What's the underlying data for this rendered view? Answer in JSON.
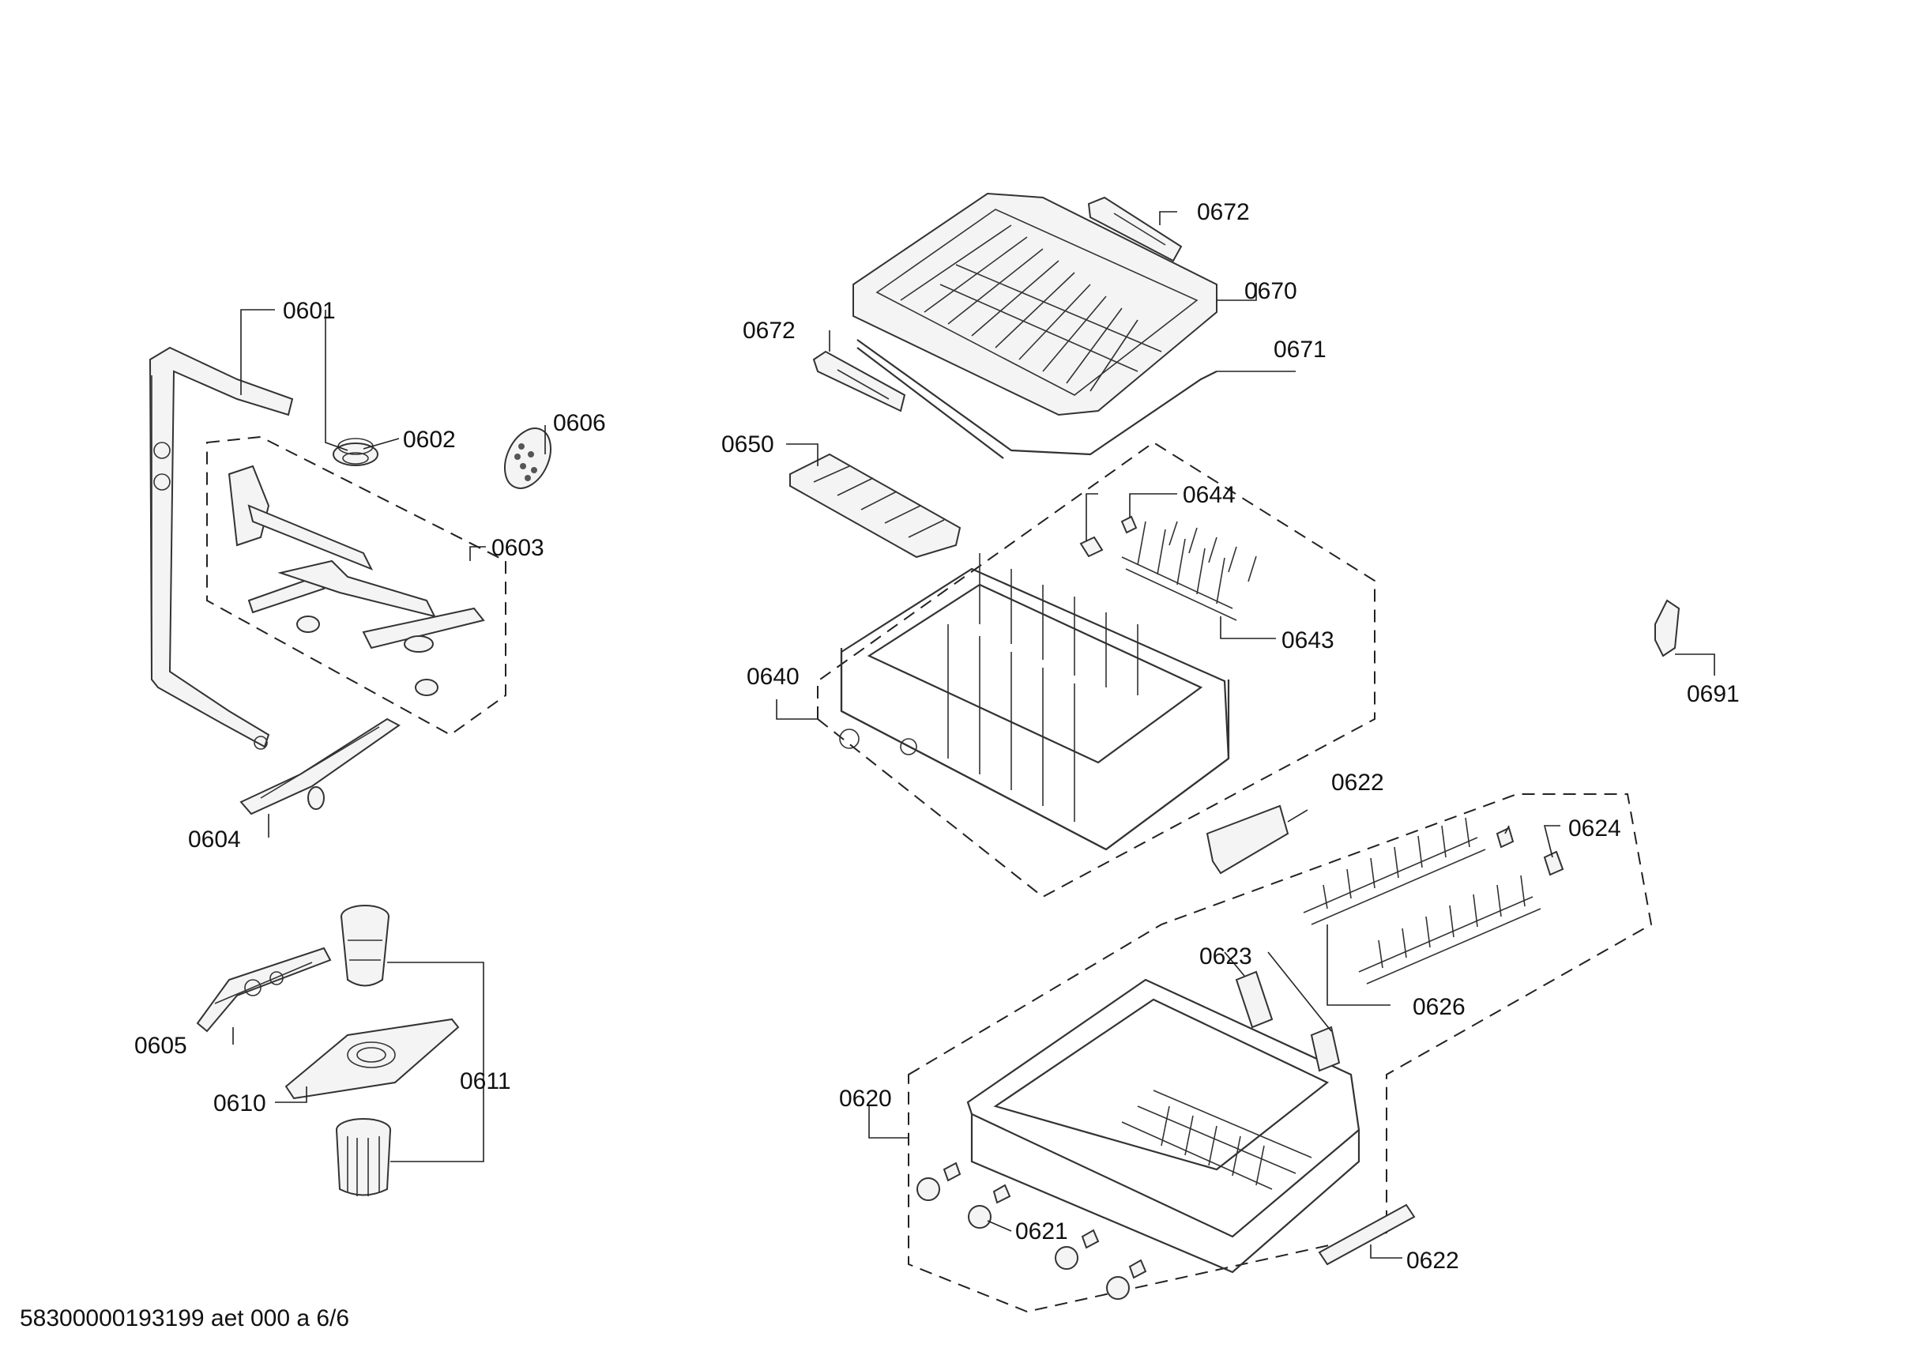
{
  "footer": "58300000193199 aet 000 a 6/6",
  "labels": {
    "l0601": "0601",
    "l0602": "0602",
    "l0603": "0603",
    "l0604": "0604",
    "l0605": "0605",
    "l0606": "0606",
    "l0610": "0610",
    "l0611": "0611",
    "l0620": "0620",
    "l0621": "0621",
    "l0622a": "0622",
    "l0622b": "0622",
    "l0623": "0623",
    "l0624": "0624",
    "l0626": "0626",
    "l0640": "0640",
    "l0643": "0643",
    "l0644": "0644",
    "l0650": "0650",
    "l0670": "0670",
    "l0671": "0671",
    "l0672a": "0672",
    "l0672b": "0672",
    "l0691": "0691"
  }
}
